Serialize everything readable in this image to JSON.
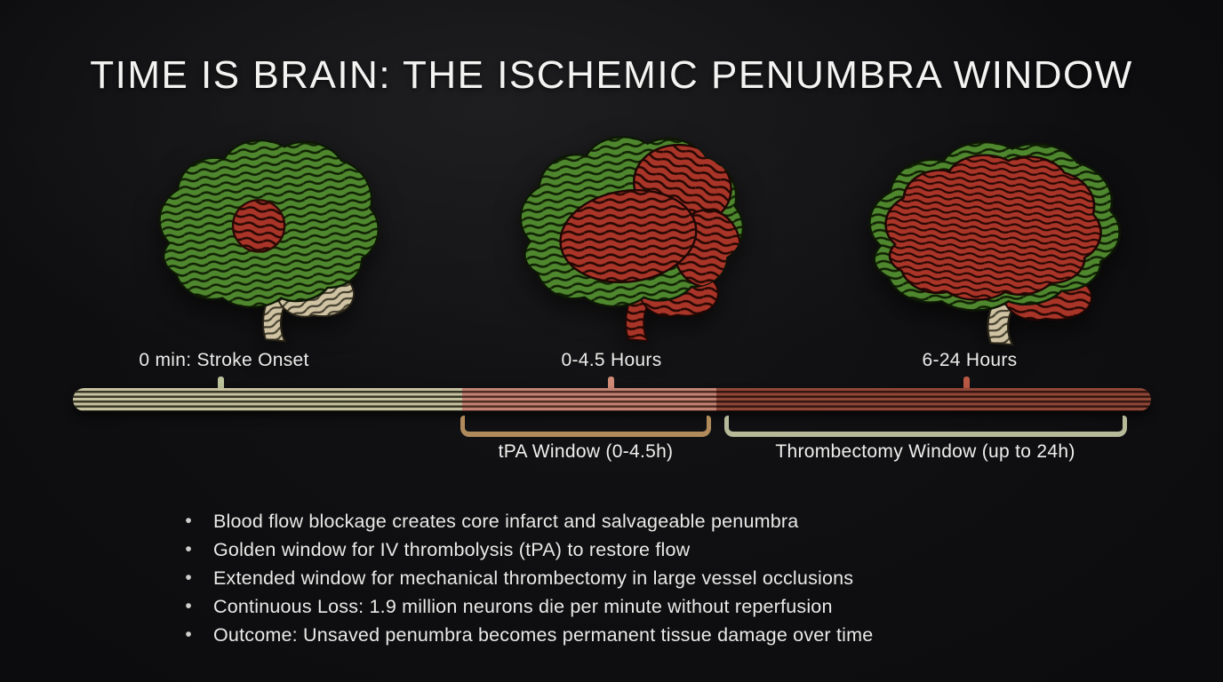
{
  "title": "TIME IS BRAIN: THE ISCHEMIC PENUMBRA WINDOW",
  "stages": [
    {
      "label": "0 min: Stroke Onset",
      "icon": "brain-mostly-healthy-icon"
    },
    {
      "label": "0-4.5 Hours",
      "icon": "brain-partially-infarcted-icon"
    },
    {
      "label": "6-24 Hours",
      "icon": "brain-mostly-infarcted-icon"
    }
  ],
  "treatment_windows": [
    {
      "label": "tPA Window (0-4.5h)",
      "bracket_color": "#b18a5b"
    },
    {
      "label": "Thrombectomy Window (up to 24h)",
      "bracket_color": "#b6ba98"
    }
  ],
  "timeline": {
    "segment_colors": {
      "onset": "#c6c1a0",
      "tpa_window": "#c28374",
      "late_window": "#8f4738"
    },
    "tick_colors": [
      "#bcc29b",
      "#d08b77",
      "#b95843"
    ]
  },
  "brain_colors": {
    "healthy_tissue": "#4e872e",
    "infarct_tissue": "#a93428",
    "brainstem": "#cfc3a4"
  },
  "bullets": [
    "Blood flow blockage creates core infarct and salvageable penumbra",
    "Golden window for IV thrombolysis (tPA) to restore flow",
    "Extended window for mechanical thrombectomy in large vessel occlusions",
    "Continuous Loss: 1.9 million neurons die per minute without reperfusion",
    "Outcome: Unsaved penumbra becomes permanent tissue damage over time"
  ]
}
